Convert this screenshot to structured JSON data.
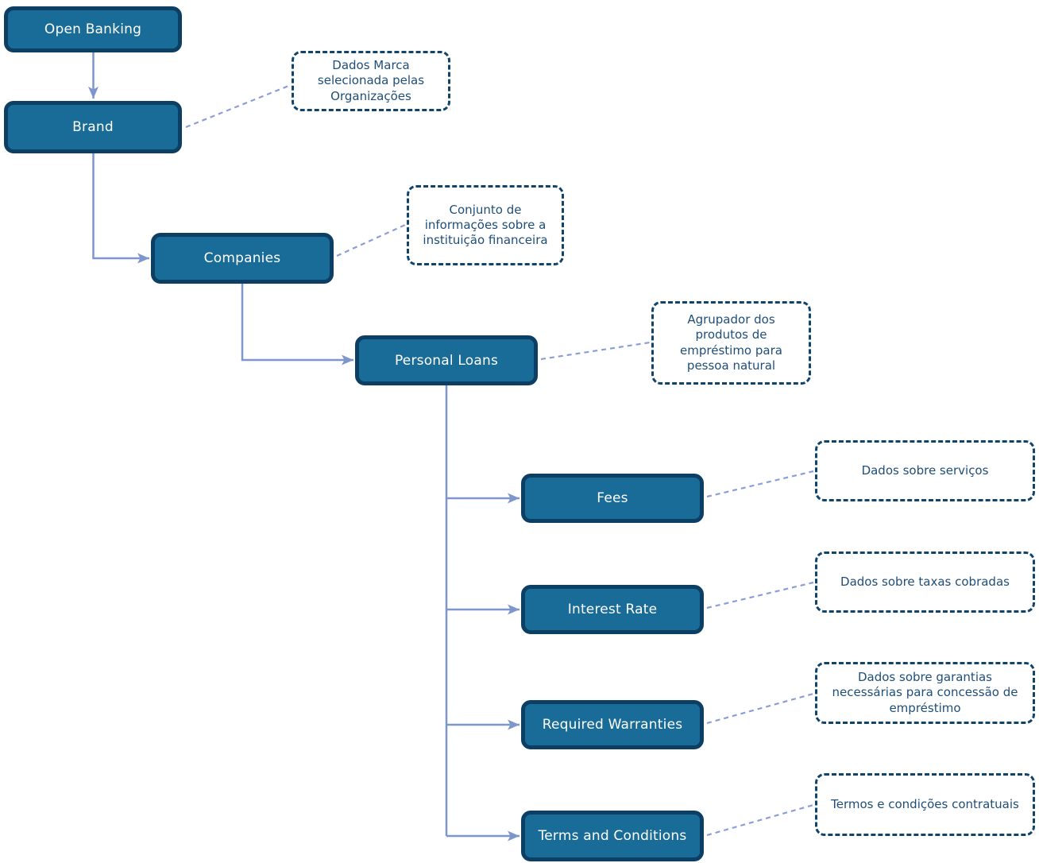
{
  "diagram": {
    "title": "Open Banking hierarchy diagram",
    "nodes": [
      {
        "id": "open-banking",
        "label": "Open Banking"
      },
      {
        "id": "brand",
        "label": "Brand"
      },
      {
        "id": "companies",
        "label": "Companies"
      },
      {
        "id": "personal-loans",
        "label": "Personal Loans"
      },
      {
        "id": "fees",
        "label": "Fees"
      },
      {
        "id": "interest-rate",
        "label": "Interest Rate"
      },
      {
        "id": "required-warranties",
        "label": "Required Warranties"
      },
      {
        "id": "terms-and-conditions",
        "label": "Terms and Conditions"
      }
    ],
    "annotations": [
      {
        "for": "brand",
        "text": "Dados Marca selecionada pelas Organizações"
      },
      {
        "for": "companies",
        "text": "Conjunto de informações sobre a instituição financeira"
      },
      {
        "for": "personal-loans",
        "text": "Agrupador dos produtos de empréstimo para pessoa natural"
      },
      {
        "for": "fees",
        "text": "Dados sobre serviços"
      },
      {
        "for": "interest-rate",
        "text": "Dados sobre taxas cobradas"
      },
      {
        "for": "required-warranties",
        "text": "Dados sobre garantias necessárias para concessão de empréstimo"
      },
      {
        "for": "terms-and-conditions",
        "text": "Termos e condições contratuais"
      }
    ],
    "edges": [
      {
        "from": "open-banking",
        "to": "brand"
      },
      {
        "from": "brand",
        "to": "companies"
      },
      {
        "from": "companies",
        "to": "personal-loans"
      },
      {
        "from": "personal-loans",
        "to": "fees"
      },
      {
        "from": "personal-loans",
        "to": "interest-rate"
      },
      {
        "from": "personal-loans",
        "to": "required-warranties"
      },
      {
        "from": "personal-loans",
        "to": "terms-and-conditions"
      }
    ],
    "colors": {
      "node_fill": "#1a6c98",
      "node_border": "#0d3e63",
      "node_text": "#ffffff",
      "connector_solid": "#7d96cc",
      "connector_dashed": "#8c9ed4",
      "annotation_border": "#11446b",
      "annotation_text": "#1f4e79",
      "background": "#ffffff"
    }
  }
}
